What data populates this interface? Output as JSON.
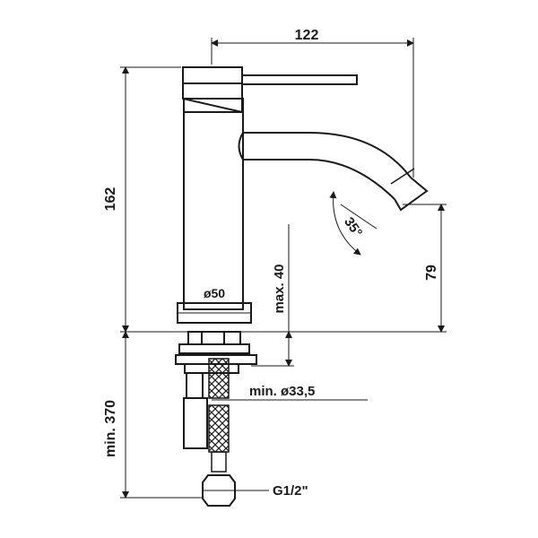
{
  "dimensions": {
    "width_top": "122",
    "height_total": "162",
    "spout_angle": "35°",
    "spout_height": "79",
    "base_diameter": "ø50",
    "max_deck": "max. 40",
    "min_hole": "min. ø33,5",
    "hose_length": "min. 370",
    "connection": "G1/2\""
  }
}
